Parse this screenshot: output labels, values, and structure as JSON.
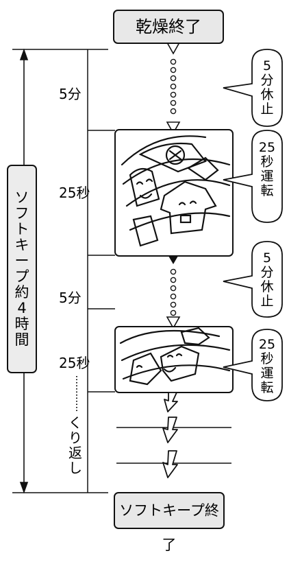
{
  "title_top": "乾燥終了",
  "title_bottom": "ソフトキープ終了",
  "side_label": [
    "ソ",
    "フ",
    "ト",
    "キ",
    "ー",
    "プ",
    "約",
    "4",
    "時",
    "間"
  ],
  "intervals": {
    "first_rest": "5分",
    "first_run": "25秒",
    "second_rest": "5分",
    "second_run": "25秒"
  },
  "repeat_label": [
    "く",
    "り",
    "返",
    "し"
  ],
  "bubbles": [
    [
      "5",
      "分",
      "休",
      "止"
    ],
    [
      "2",
      "5",
      "秒",
      "運",
      "転"
    ],
    [
      "5",
      "分",
      "休",
      "止"
    ],
    [
      "2",
      "5",
      "秒",
      "運",
      "転"
    ]
  ]
}
